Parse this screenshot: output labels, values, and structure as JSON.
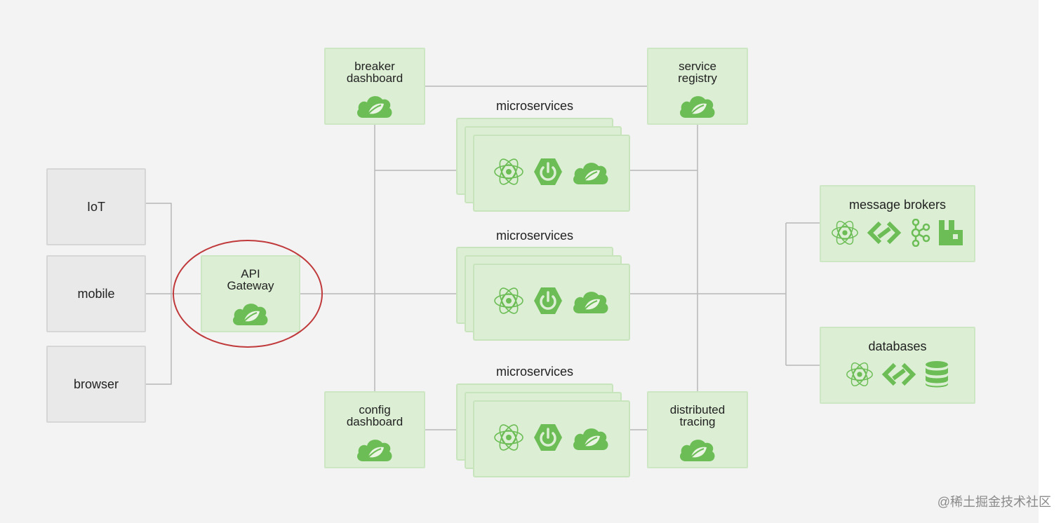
{
  "clients": [
    {
      "id": "iot",
      "label": "IoT"
    },
    {
      "id": "mobile",
      "label": "mobile"
    },
    {
      "id": "browser",
      "label": "browser"
    }
  ],
  "gateway": {
    "label": "API\nGateway"
  },
  "breaker": {
    "label": "breaker\ndashboard"
  },
  "registry": {
    "label": "service\nregistry"
  },
  "config": {
    "label": "config\ndashboard"
  },
  "tracing": {
    "label": "distributed\ntracing"
  },
  "microservices": [
    "microservices",
    "microservices",
    "microservices"
  ],
  "message_brokers": {
    "label": "message brokers"
  },
  "databases": {
    "label": "databases"
  },
  "watermark": "@稀土掘金技术社区",
  "colors": {
    "green": "#6dbd57",
    "box_fill": "#dcefd4",
    "highlight": "#c0393b",
    "line": "#b3b3b3"
  }
}
